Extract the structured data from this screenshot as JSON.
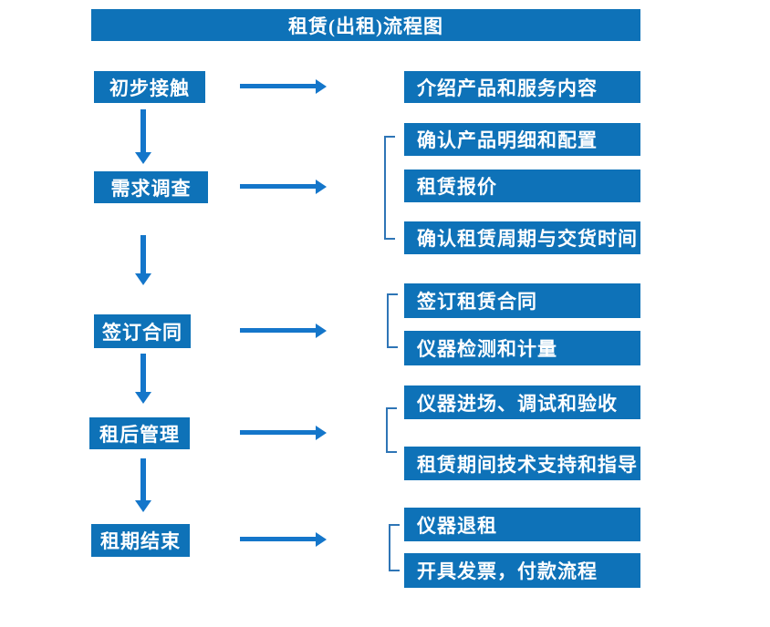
{
  "title": "租赁(出租)流程图",
  "colors": {
    "box_blue": "#0e72b8",
    "arrow_blue": "#1476ca",
    "bracket_blue": "#2e75b6",
    "text_white": "#ffffff"
  },
  "steps": [
    {
      "label": "初步接触",
      "outputs": [
        "介绍产品和服务内容"
      ]
    },
    {
      "label": "需求调查",
      "outputs": [
        "确认产品明细和配置",
        "租赁报价",
        "确认租赁周期与交货时间"
      ]
    },
    {
      "label": "签订合同",
      "outputs": [
        "签订租赁合同",
        "仪器检测和计量"
      ]
    },
    {
      "label": "租后管理",
      "outputs": [
        "仪器进场、调试和验收",
        "租赁期间技术支持和指导"
      ]
    },
    {
      "label": "租期结束",
      "outputs": [
        "仪器退租",
        "开具发票，付款流程"
      ]
    }
  ]
}
